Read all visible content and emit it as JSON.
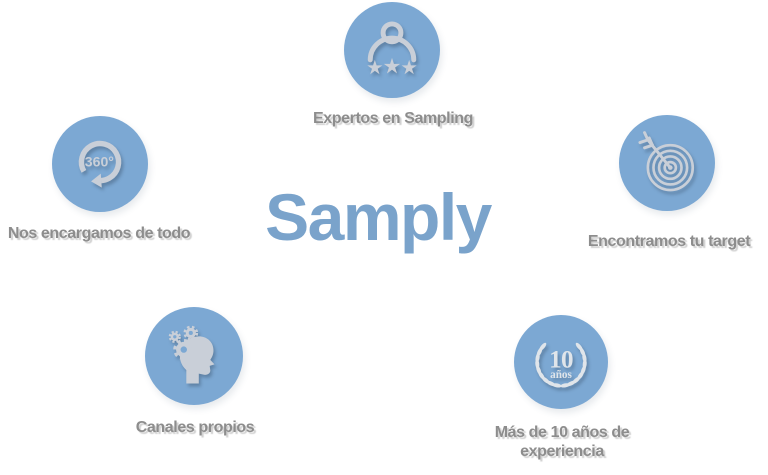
{
  "title": "Samply",
  "colors": {
    "circle": "#7ca8d3",
    "icon": "#c9cfd8",
    "icon_light": "#e0e5ea",
    "label": "#8d8d8d",
    "title": "#7aa3cb"
  },
  "nodes": [
    {
      "icon": "person-stars-icon",
      "label": "Expertos en Sampling"
    },
    {
      "icon": "arrow-360-icon",
      "label": "Nos encargamos de todo",
      "icon_text": "360°"
    },
    {
      "icon": "target-dart-icon",
      "label": "Encontramos tu target"
    },
    {
      "icon": "head-gears-icon",
      "label": "Canales propios"
    },
    {
      "icon": "laurel-10-years-icon",
      "label": "Más de 10 años de experiencia",
      "badge_number": "10",
      "badge_unit": "años"
    }
  ]
}
